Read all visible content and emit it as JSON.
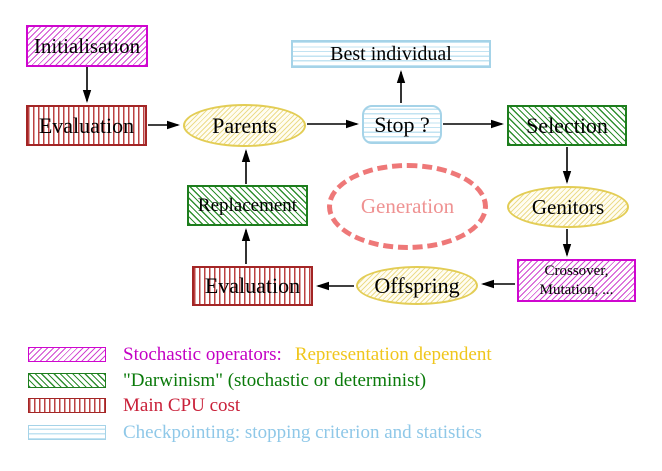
{
  "nodes": {
    "initialisation": {
      "label": "Initialisation"
    },
    "evaluation_top": {
      "label": "Evaluation"
    },
    "parents": {
      "label": "Parents"
    },
    "best_individual": {
      "label": "Best individual"
    },
    "stop": {
      "label": "Stop ?"
    },
    "selection": {
      "label": "Selection"
    },
    "genitors": {
      "label": "Genitors"
    },
    "generation": {
      "label": "Generation"
    },
    "replacement": {
      "label": "Replacement"
    },
    "crossover": {
      "line1": "Crossover,",
      "line2": "Mutation, ..."
    },
    "offspring": {
      "label": "Offspring"
    },
    "evaluation_bottom": {
      "label": "Evaluation"
    }
  },
  "legend": {
    "items": [
      {
        "swatch": "magenta-diagonal-hatch",
        "label": "Stochastic operators:",
        "label2": "Representation dependent"
      },
      {
        "swatch": "green-diagonal-hatch",
        "label": "\"Darwinism\" (stochastic or determinist)"
      },
      {
        "swatch": "red-vertical-hatch",
        "label": "Main CPU cost"
      },
      {
        "swatch": "cyan-horizontal-hatch",
        "label": "Checkpointing: stopping criterion and statistics"
      }
    ]
  },
  "colors": {
    "magenta": "#cf06cf",
    "green": "#1d7d1d",
    "red_border": "#a32525",
    "red_text": "#c92039",
    "cyan_border": "#a5d3e8",
    "cyan_text": "#8fc8e8",
    "yellow_border": "#e3cd55",
    "gold_text": "#f0c61c",
    "salmon_dash": "#ee7878",
    "salmon_text": "#ef9292",
    "arrow": "#000000"
  }
}
